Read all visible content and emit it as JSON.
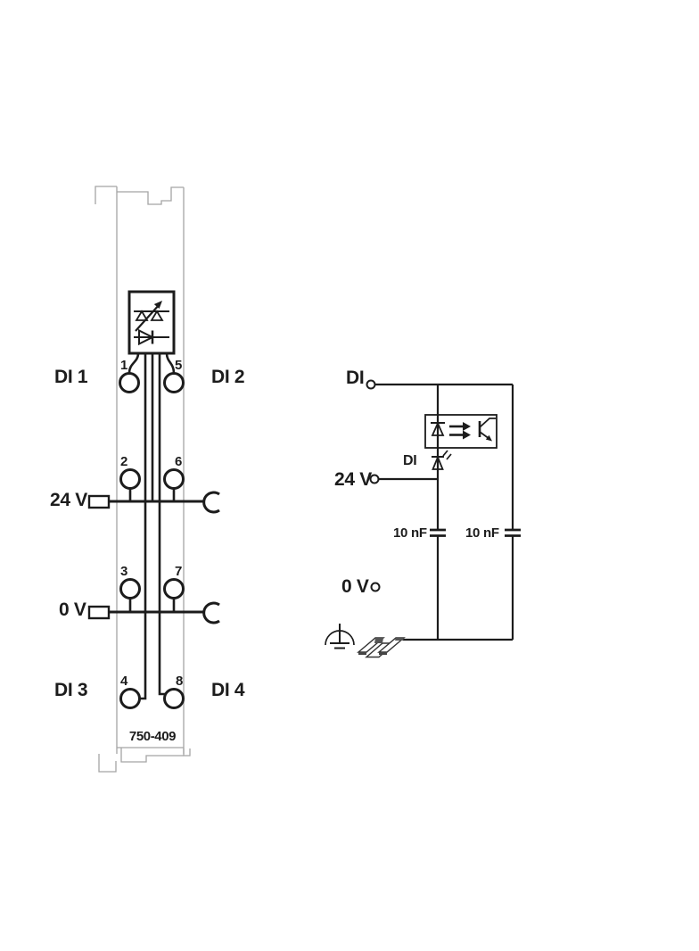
{
  "colors": {
    "ink": "#1c1c1c",
    "housing_outline": "#a5a5a5",
    "background": "#ffffff"
  },
  "module": {
    "part_number": "750-409",
    "labels": {
      "di1": "DI 1",
      "di2": "DI 2",
      "di3": "DI 3",
      "di4": "DI 4",
      "supply": "24 V",
      "ground": "0 V"
    },
    "terminals": {
      "t1": "1",
      "t2": "2",
      "t3": "3",
      "t4": "4",
      "t5": "5",
      "t6": "6",
      "t7": "7",
      "t8": "8"
    },
    "icons": {
      "status_block": "status-led-block-icon",
      "supply_male": "male-jumper-contact-icon",
      "supply_female": "female-jumper-contact-icon"
    }
  },
  "schematic": {
    "labels": {
      "input": "DI",
      "supply": "24 V",
      "ground": "0 V",
      "status_led": "DI",
      "cap_left": "10 nF",
      "cap_right": "10 nF"
    },
    "icons": {
      "coupler": "optocoupler-icon",
      "led": "led-icon",
      "earth": "functional-earth-icon",
      "rail": "din-rail-icon"
    }
  }
}
